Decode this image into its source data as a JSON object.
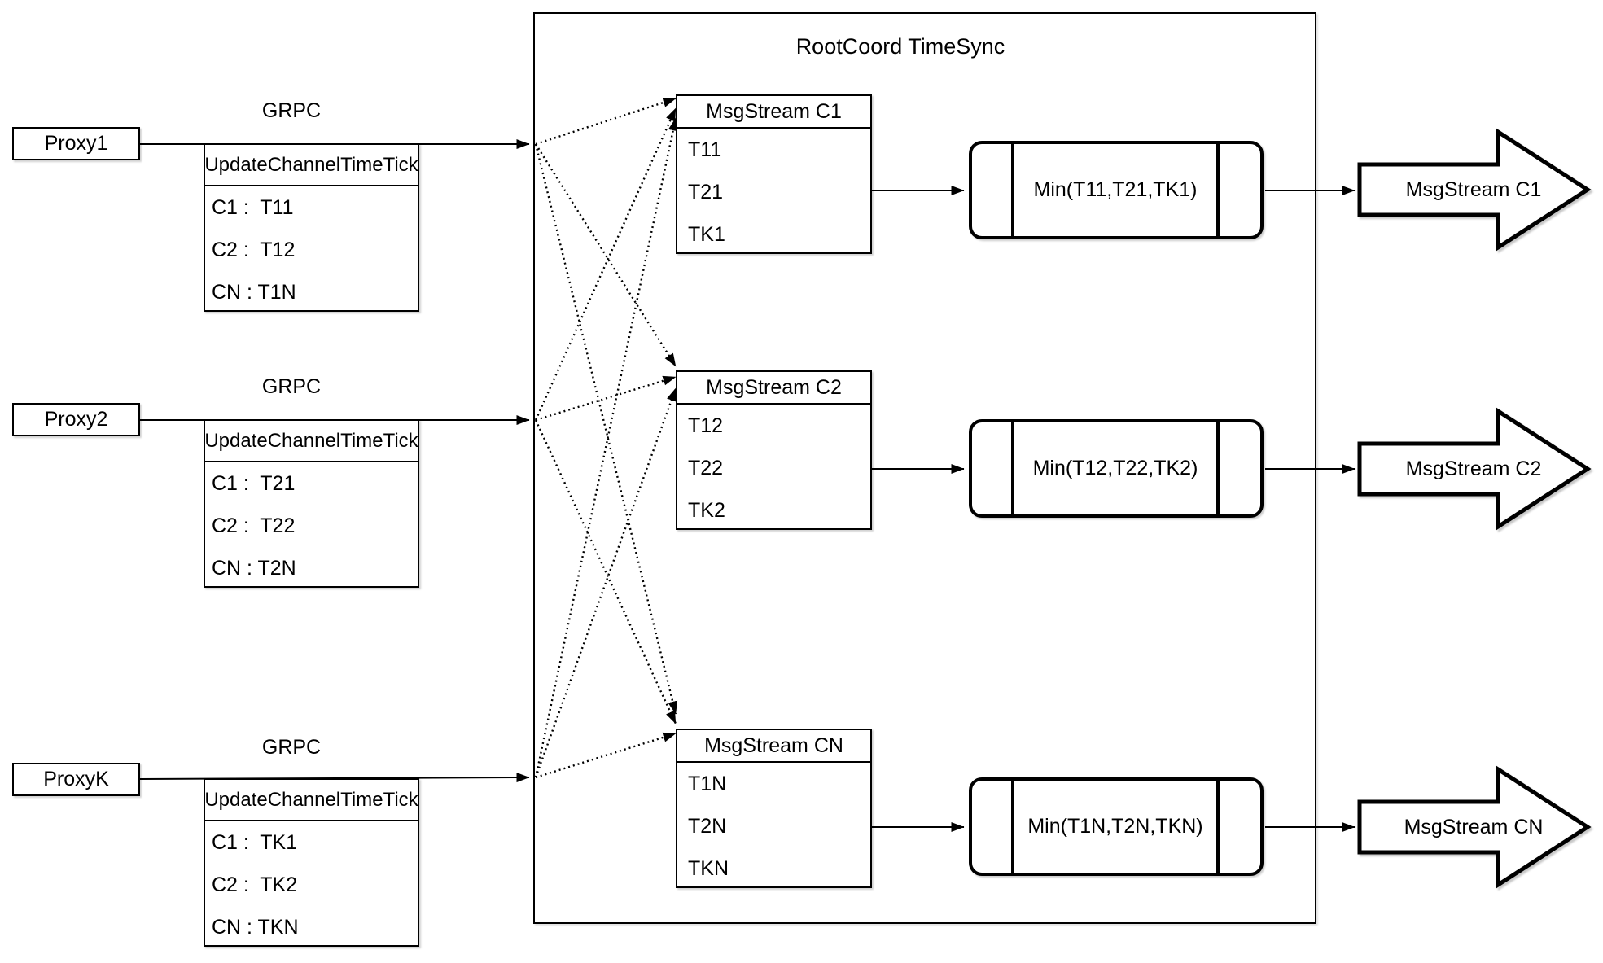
{
  "root": {
    "title": "RootCoord TimeSync"
  },
  "proxies": [
    {
      "label": "Proxy1",
      "protocol": "GRPC",
      "table": {
        "header": "UpdateChannelTimeTick",
        "rows": [
          "C1 :  T11",
          "C2 :  T12",
          "CN : T1N"
        ]
      }
    },
    {
      "label": "Proxy2",
      "protocol": "GRPC",
      "table": {
        "header": "UpdateChannelTimeTick",
        "rows": [
          "C1 :  T21",
          "C2 :  T22",
          "CN : T2N"
        ]
      }
    },
    {
      "label": "ProxyK",
      "protocol": "GRPC",
      "table": {
        "header": "UpdateChannelTimeTick",
        "rows": [
          "C1 :  TK1",
          "C2 :  TK2",
          "CN : TKN"
        ]
      }
    }
  ],
  "streams": [
    {
      "header": "MsgStream C1",
      "ticks": [
        "T11",
        "T21",
        "TK1"
      ],
      "min": "Min(T11,T21,TK1)",
      "output": "MsgStream C1"
    },
    {
      "header": "MsgStream C2",
      "ticks": [
        "T12",
        "T22",
        "TK2"
      ],
      "min": "Min(T12,T22,TK2)",
      "output": "MsgStream C2"
    },
    {
      "header": "MsgStream CN",
      "ticks": [
        "T1N",
        "T2N",
        "TKN"
      ],
      "min": "Min(T1N,T2N,TKN)",
      "output": "MsgStream CN"
    }
  ],
  "colors": {
    "stroke": "#000000",
    "fill": "#ffffff",
    "background": "#ffffff"
  }
}
